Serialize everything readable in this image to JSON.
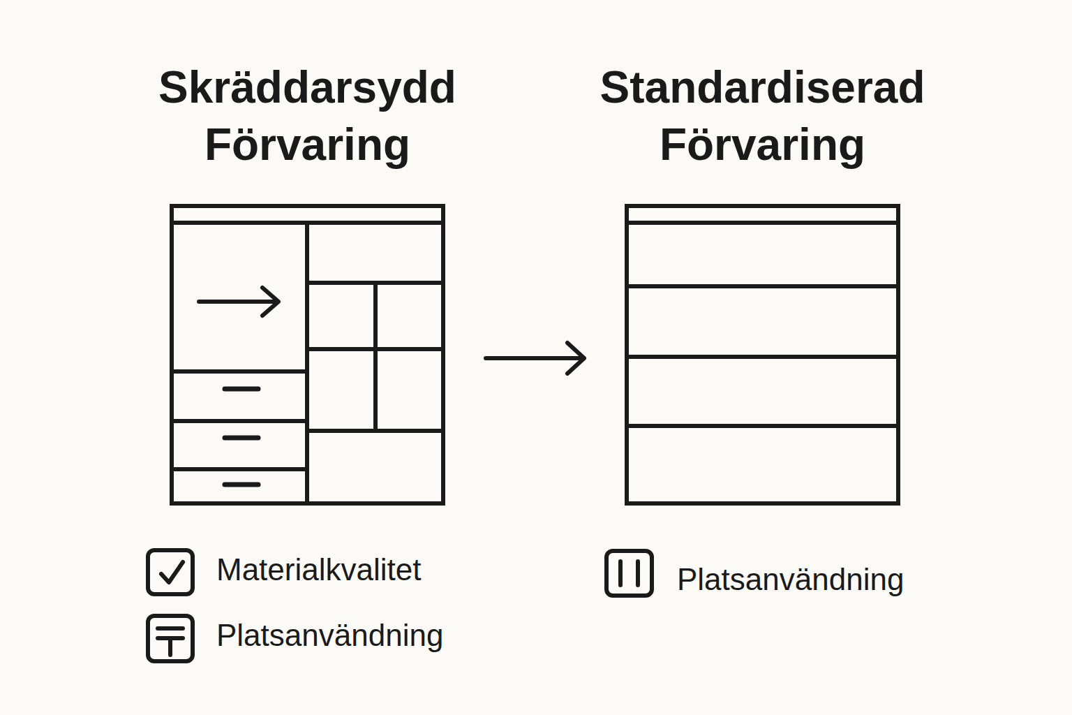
{
  "diagram": {
    "nodes": [
      {
        "text": [
          "Skräddarsydd Förvaring"
        ]
      },
      {
        "text": [
          "Standardiserad Förvaring"
        ]
      }
    ],
    "edges": [
      {
        "from": 0,
        "to": 1,
        "arrow": "to"
      }
    ],
    "labels": [
      "Materialkvalitet",
      "Platsanvändning",
      "Platsanvändning"
    ]
  }
}
